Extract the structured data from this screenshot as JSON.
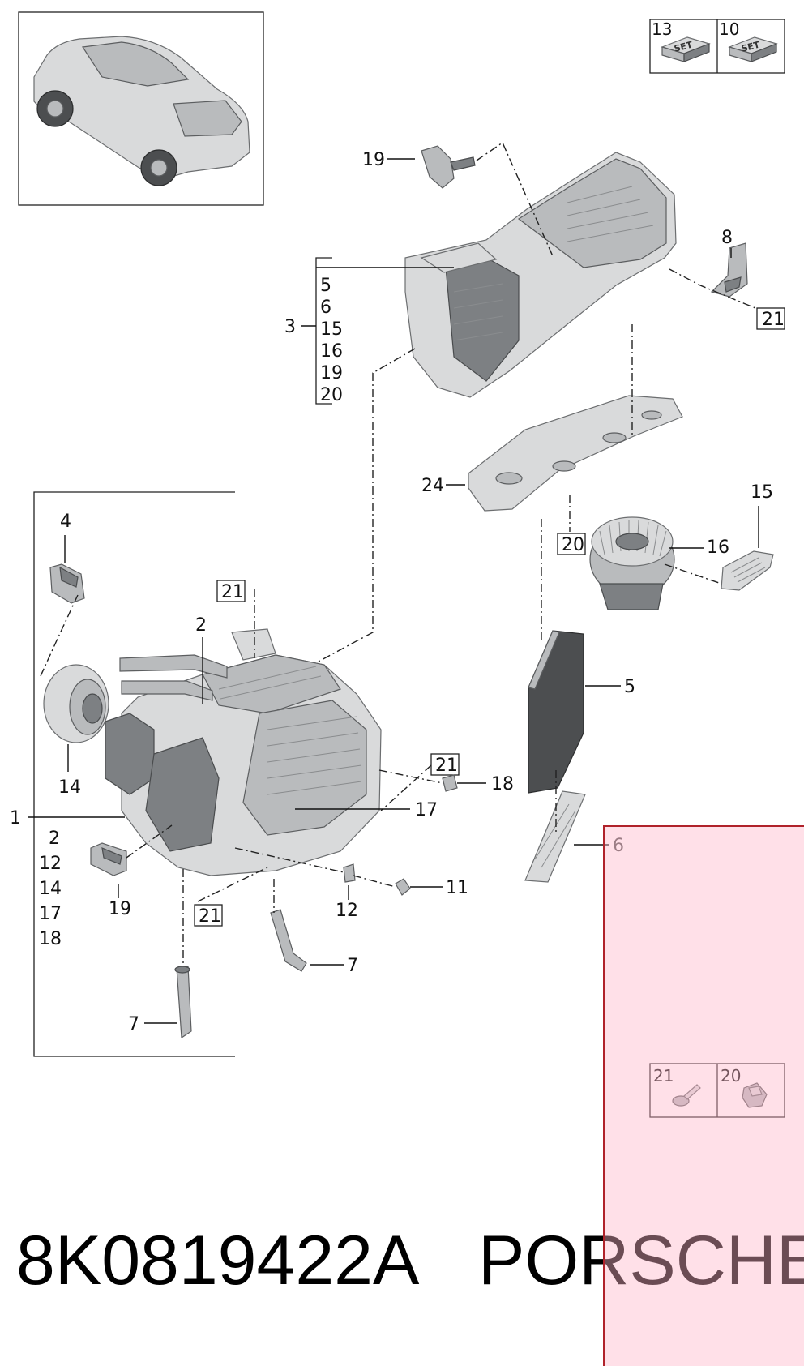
{
  "page": {
    "part_number": "8K0819422A",
    "brand": "PORSCHE"
  },
  "kits": {
    "set_text": "SET",
    "top": [
      {
        "num": "13"
      },
      {
        "num": "10"
      }
    ],
    "bottom": [
      {
        "num": "21"
      },
      {
        "num": "20"
      }
    ]
  },
  "labels": {
    "l19_top": "19",
    "l8": "8",
    "l21_right": "21",
    "l3": "3",
    "group3": [
      "5",
      "6",
      "15",
      "16",
      "19",
      "20"
    ],
    "l24": "24",
    "l20_box": "20",
    "l15": "15",
    "l16": "16",
    "l4": "4",
    "l21_upper": "21",
    "l2": "2",
    "l5": "5",
    "l14": "14",
    "l21_mid": "21",
    "l18": "18",
    "l1": "1",
    "group1": [
      "2",
      "12",
      "14",
      "17",
      "18"
    ],
    "l17": "17",
    "l6": "6",
    "l11": "11",
    "l19_left": "19",
    "l12": "12",
    "l21_bottom": "21",
    "l7_right": "7",
    "l7_left": "7"
  },
  "colors": {
    "overlay_fill": "#ffb6c7",
    "overlay_border": "#b0222a",
    "part_grey": "#d9dadb"
  }
}
